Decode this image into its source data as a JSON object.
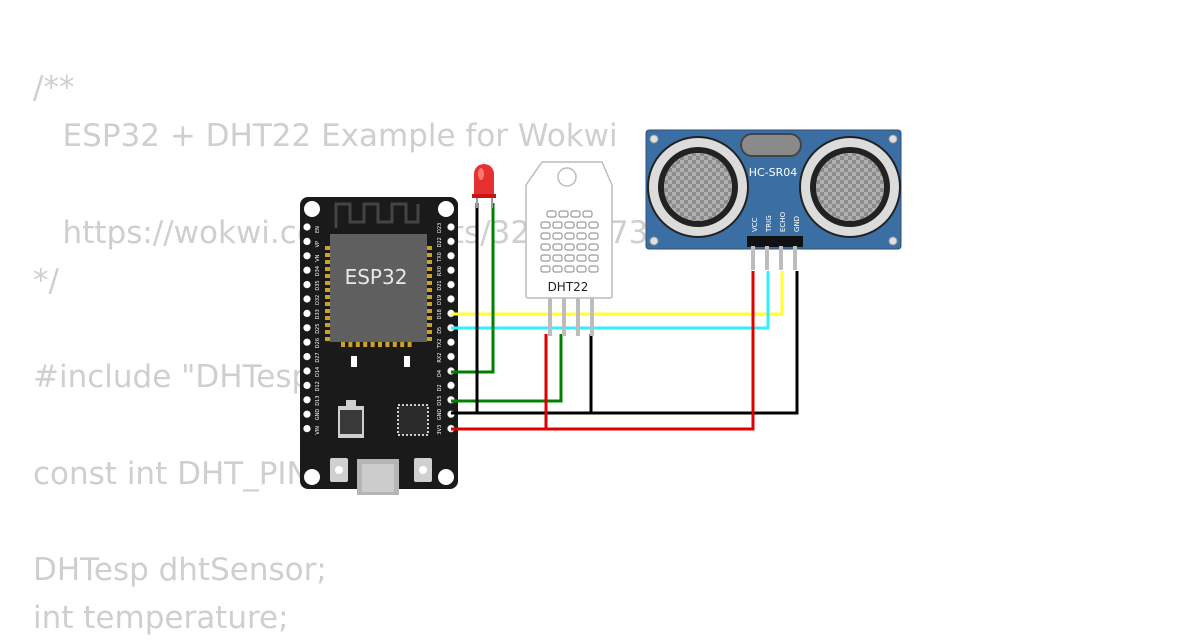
{
  "code_lines": [
    "/**",
    "   ESP32 + DHT22 Example for Wokwi",
    "",
    "   https://wokwi.com/projects/322410731508073042",
    "*/",
    "",
    "#include \"DHTesp.h\"",
    "",
    "const int DHT_PIN = 15;",
    "",
    "DHTesp dhtSensor;",
    "int temperature;"
  ],
  "esp32": {
    "label": "ESP32",
    "left_pins": [
      "EN",
      "VP",
      "VN",
      "D34",
      "D35",
      "D32",
      "D33",
      "D25",
      "D26",
      "D27",
      "D14",
      "D12",
      "D13",
      "GND",
      "VIN"
    ],
    "right_pins": [
      "D23",
      "D22",
      "TX0",
      "RX0",
      "D21",
      "D19",
      "D18",
      "D5",
      "TX2",
      "RX2",
      "D4",
      "D2",
      "D15",
      "GND",
      "3V3"
    ]
  },
  "dht22": {
    "label": "DHT22"
  },
  "hcsr04": {
    "label": "HC-SR04",
    "pins": [
      "VCC",
      "TRIG",
      "ECHO",
      "GND"
    ]
  },
  "led": {
    "color": "red"
  },
  "wire_colors": {
    "power": "#e00000",
    "ground": "#000000",
    "data": "#008000",
    "trig": "#ffff33",
    "echo": "#33eeff"
  }
}
